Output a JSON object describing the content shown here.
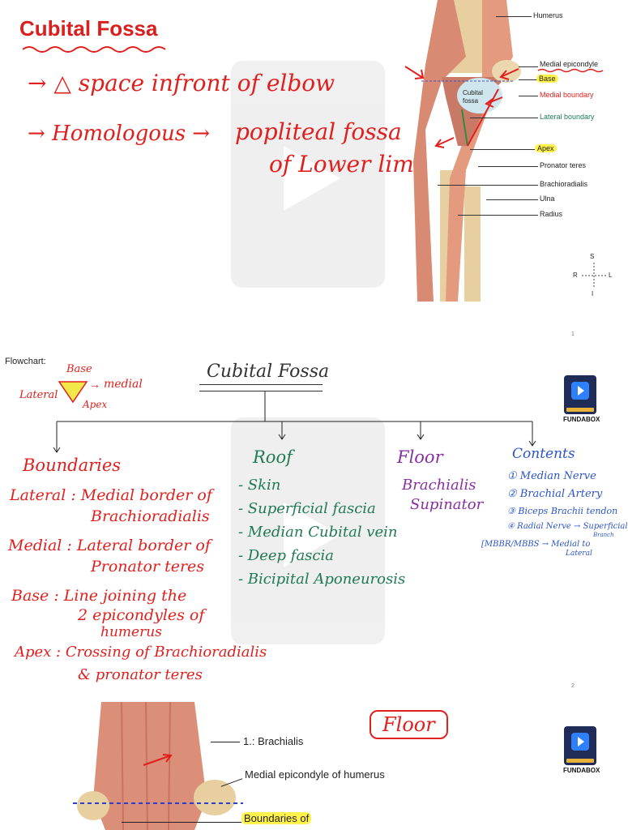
{
  "slide1": {
    "title": "Cubital Fossa",
    "note1": "→ △ space infront of elbow",
    "note2_a": "→ Homologous →",
    "note2_b": "popliteal fossa",
    "note2_c": "of Lower limb",
    "labels": {
      "humerus": "Humerus",
      "medial_epicondyle": "Medial epicondyle",
      "base": "Base",
      "medial_boundary": "Medial boundary",
      "lateral_boundary": "Lateral boundary",
      "apex": "Apex",
      "pronator_teres": "Pronator teres",
      "brachioradialis": "Brachioradialis",
      "ulna": "Ulna",
      "radius": "Radius",
      "cubital_fossa": "Cubital fossa"
    },
    "compass": {
      "s": "S",
      "i": "I",
      "r": "R",
      "l": "L"
    },
    "page": "1"
  },
  "slide2": {
    "flowchart_label": "Flowchart:",
    "mini": {
      "base": "Base",
      "medial": "medial",
      "lateral": "Lateral",
      "apex": "Apex"
    },
    "root": "Cubital Fossa",
    "boundaries": {
      "head": "Boundaries",
      "lateral": "Lateral : Medial border of",
      "lateral2": "Brachioradialis",
      "medial": "Medial : Lateral border of",
      "medial2": "Pronator teres",
      "base": "Base : Line joining the",
      "base2": "2 epicondyles of",
      "base3": "humerus",
      "apex": "Apex : Crossing of Brachioradialis",
      "apex2": "& pronator teres"
    },
    "roof": {
      "head": "Roof",
      "items": [
        "- Skin",
        "- Superficial fascia",
        "- Median Cubital vein",
        "- Deep fascia",
        "- Bicipital Aponeurosis"
      ]
    },
    "floor": {
      "head": "Floor",
      "items": [
        "Brachialis",
        "Supinator"
      ]
    },
    "contents": {
      "head": "Contents",
      "items": [
        "① Median Nerve",
        "② Brachial Artery",
        "③ Biceps Brachii tendon",
        "④ Radial Nerve → Superficial"
      ],
      "branch": "Branch",
      "mnemonic": "[MBBR/MBBS → Medial to",
      "mnemonic2": "Lateral"
    },
    "fundabox": "FUNDABOX",
    "page": "2"
  },
  "slide3": {
    "label1": "1.: Brachialis",
    "label2": "Medial epicondyle of humerus",
    "label3": "Boundaries of",
    "floor": "Floor",
    "fundabox": "FUNDABOX"
  },
  "colors": {
    "accent_red": "#e0201e",
    "highlight": "#fff24a",
    "green": "#1f7a55",
    "purple": "#8a2ea3",
    "blue": "#2b55c8"
  }
}
